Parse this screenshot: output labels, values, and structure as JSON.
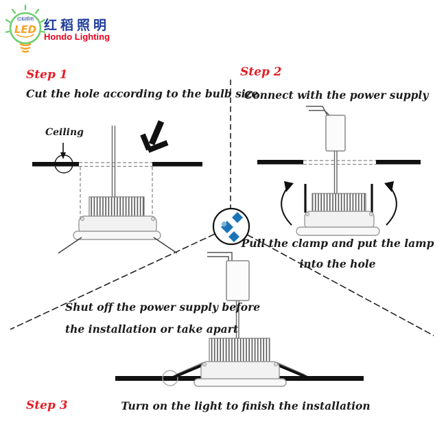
{
  "logo": {
    "brand_cn": "红稻照明",
    "brand_en": "Hondo Lighting",
    "bulb_text": "LED"
  },
  "steps": {
    "step1": {
      "label": "Step 1",
      "instruction": "Cut the hole according to the bulb size",
      "ceiling_label": "Ceiling"
    },
    "step2": {
      "label": "Step 2",
      "instruction": "Connect with the power supply",
      "note_line1": "Pull the clamp and put the lamp",
      "note_line2": "into the hole"
    },
    "step3": {
      "label": "Step 3",
      "note_line1": "Shut off the power supply before",
      "note_line2": "the installation or take apart",
      "instruction": "Turn on the light to finish the installation"
    }
  },
  "colors": {
    "step_label_red": "#e41e26",
    "text_black": "#1c1c1c",
    "logo_cn_blue": "#1e3d98",
    "logo_en_red": "#e8001c",
    "bulb_green": "#6fce71",
    "bulb_orange": "#f6a223",
    "center_icon_blue": "#1b74b8",
    "center_icon_blue_light": "#7fb5da",
    "ceiling_black": "#111111"
  }
}
